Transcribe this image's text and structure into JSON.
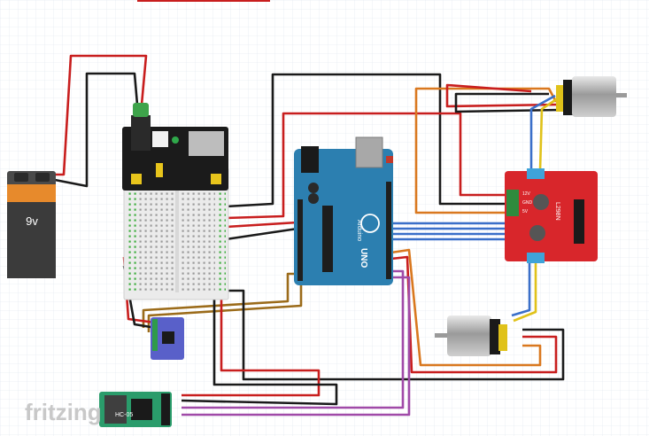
{
  "battery": {
    "label": "9v"
  },
  "arduino": {
    "brand_text": "Arduino",
    "model_text": "UNO"
  },
  "motor_driver": {
    "chip_text": "L298N",
    "pin_labels": [
      "12V",
      "GND",
      "5V"
    ]
  },
  "bluetooth": {
    "label": "HC-05"
  },
  "watermark": {
    "text": "fritzing"
  },
  "colors": {
    "wire_red": "#c81e1e",
    "wire_black": "#1a1a1a",
    "wire_orange": "#d9781f",
    "wire_brown": "#9b6b1a",
    "wire_blue": "#3a6fc9",
    "wire_purple": "#a04aa8",
    "wire_yellow": "#e0c21a",
    "arduino_board": "#2c7fb0",
    "driver_board": "#d8262b",
    "sensor_board": "#5960c9",
    "bt_board": "#2a9c6b"
  }
}
